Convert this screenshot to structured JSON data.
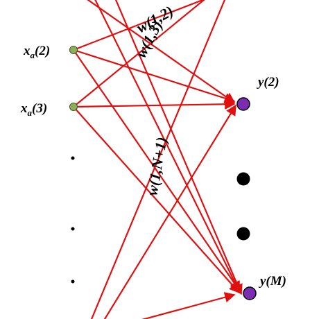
{
  "colors": {
    "edge": "#e01010",
    "input_node_fill": "#8fae5a",
    "output_node_fill": "#7a2db0",
    "dot": "#000000"
  },
  "inputs": [
    {
      "base": "x",
      "sub": "a",
      "index": "(2)"
    },
    {
      "base": "x",
      "sub": "a",
      "index": "(3)"
    }
  ],
  "outputs": [
    {
      "label": "y(2)"
    },
    {
      "label": "y(M)"
    }
  ],
  "weights": [
    {
      "label": "w(1,2)"
    },
    {
      "label": "w(1,3)"
    },
    {
      "label": "w(1,N+1)"
    }
  ]
}
